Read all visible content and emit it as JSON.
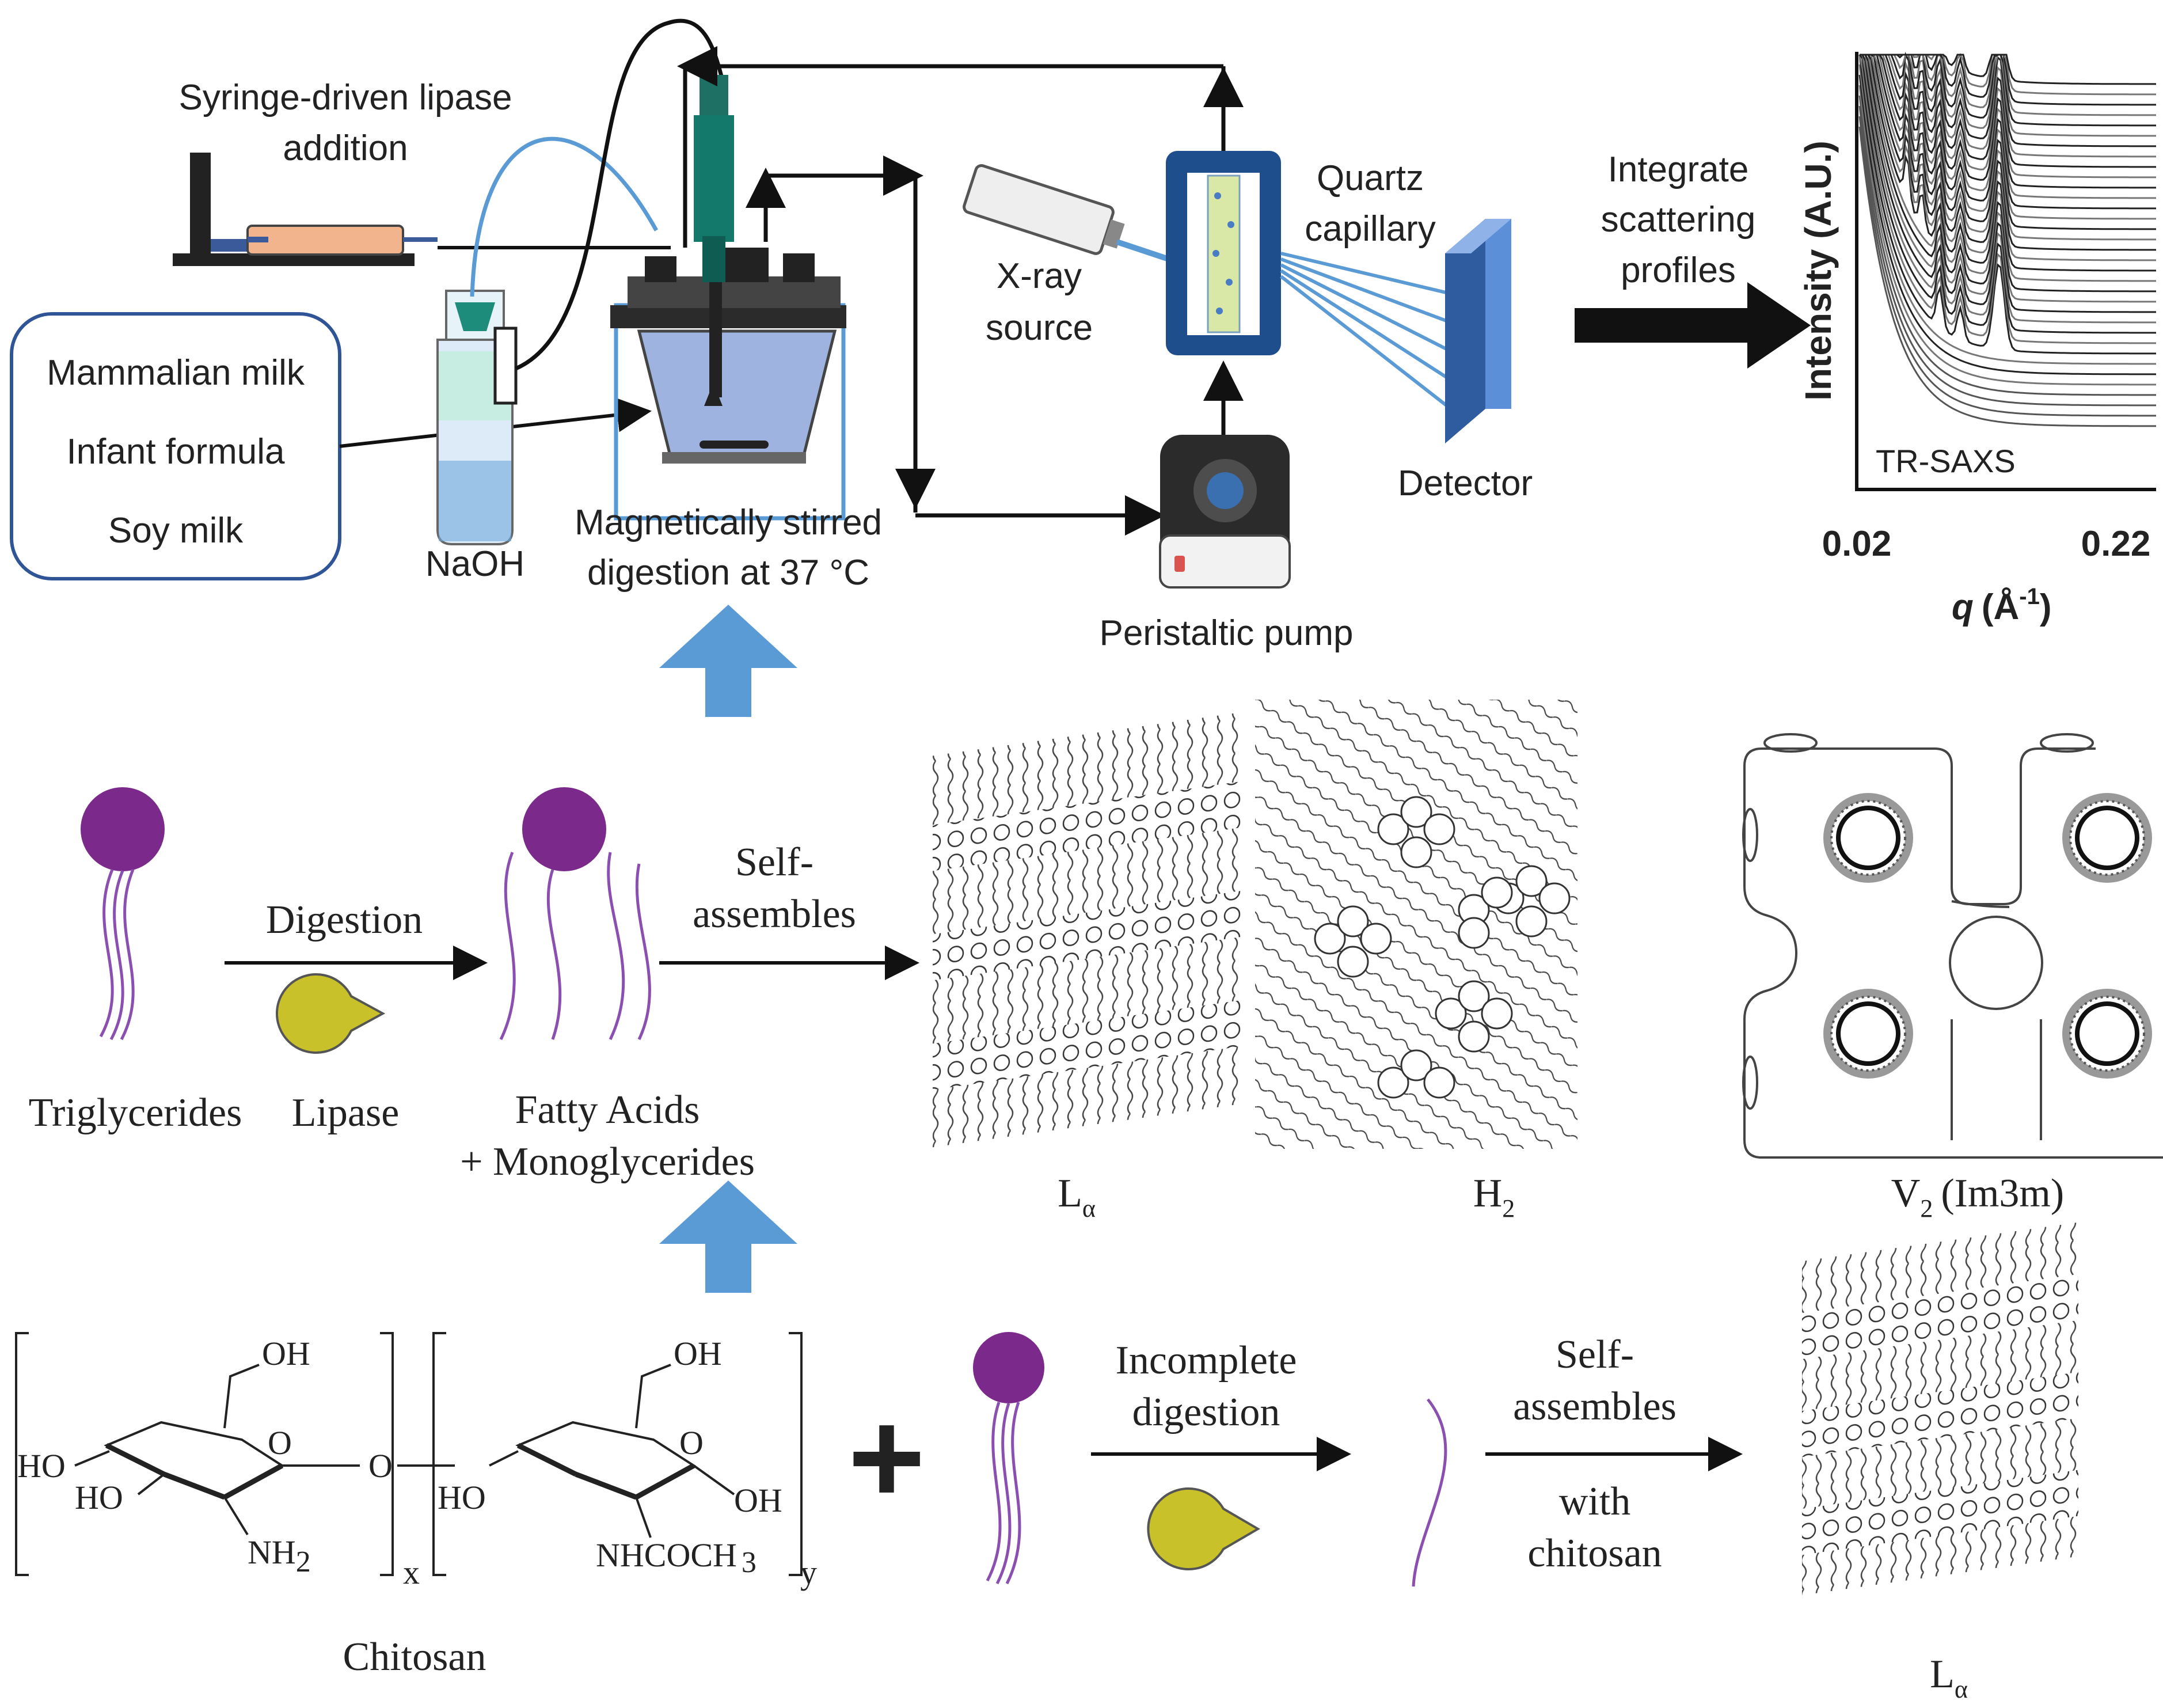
{
  "setup": {
    "syringe_label_line1": "Syringe-driven lipase",
    "syringe_label_line2": "addition",
    "samples": [
      "Mammalian milk",
      "Infant formula",
      "Soy milk"
    ],
    "naoh_label": "NaOH",
    "vessel_label_line1": "Magnetically stirred",
    "vessel_label_line2": "digestion at 37 °C",
    "xray_label_line1": "X-ray",
    "xray_label_line2": "source",
    "capillary_label_line1": "Quartz",
    "capillary_label_line2": "capillary",
    "pump_label": "Peristaltic pump",
    "detector_label": "Detector",
    "integrate_line1": "Integrate",
    "integrate_line2": "scattering",
    "integrate_line3": "profiles"
  },
  "saxs_plot": {
    "ylabel": "Intensity (A.U.)",
    "xlabel_q": "q",
    "xlabel_unit": "(Å",
    "xlabel_exp": "-1",
    "xlabel_close": ")",
    "xtick_min": "0.02",
    "xtick_max": "0.22",
    "inset_label": "TR-SAXS"
  },
  "digestion": {
    "triglycerides": "Triglycerides",
    "lipase": "Lipase",
    "arrow_label": "Digestion",
    "products_line1": "Fatty Acids",
    "products_line2": "+ Monoglycerides",
    "self_assembles_line1": "Self-",
    "self_assembles_line2": "assembles"
  },
  "phases": {
    "lamellar": "L",
    "lamellar_sub": "α",
    "hexagonal": "H",
    "hexagonal_sub": "2",
    "cubic": "V",
    "cubic_sub": "2",
    "cubic_space_group": "(Im3m)"
  },
  "chitosan": {
    "oh_top1": "OH",
    "oh_top2": "OH",
    "ho_left": "HO",
    "ho_inner": "HO",
    "ring_o1": "O",
    "ring_o2": "O",
    "bridge_o": "O",
    "nh2": "NH",
    "nh2_sub": "2",
    "ho_right": "HO",
    "oh_right": "OH",
    "nhcoch3": "NHCOCH",
    "nhcoch3_sub": "3",
    "sub_x": "x",
    "sub_y": "y",
    "label": "Chitosan"
  },
  "bottom_row": {
    "plus": "+",
    "incomplete_line1": "Incomplete",
    "incomplete_line2": "digestion",
    "self_line1": "Self-",
    "self_line2": "assembles",
    "with_line1": "with",
    "with_line2": "chitosan",
    "lamellar": "L",
    "lamellar_sub": "α"
  },
  "colors": {
    "lipid_head": "#7b2a8c",
    "lipid_tail": "#8a4fb0",
    "pacman": "#c9c12a",
    "flow_arrow": "#4a90e2",
    "tubing": "#5b9bd5",
    "detector": "#4a7cc4",
    "capillary_frame": "#1f4e8c",
    "syringe_fluid": "#f2b48c",
    "vessel_liquid": "#9fb3e0"
  }
}
